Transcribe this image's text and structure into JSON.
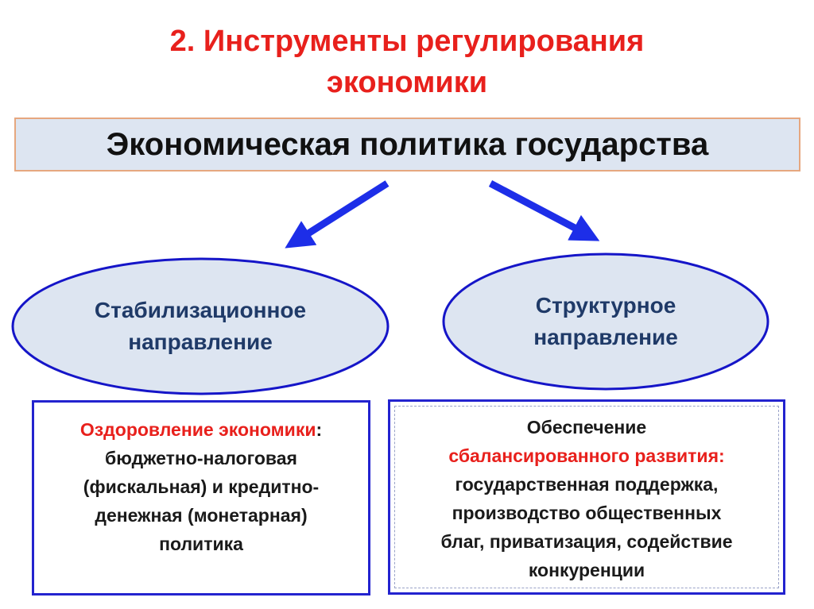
{
  "title": {
    "line1": "2. Инструменты регулирования",
    "line2": "экономики"
  },
  "policy": {
    "label": "Экономическая политика государства"
  },
  "colors": {
    "title": "#e8201c",
    "arrow": "#1d2ee8",
    "oval_fill": "#dde5f1",
    "oval_stroke": "#1515c8",
    "oval_text": "#1f3a68",
    "box_border": "#2323cf",
    "highlight": "#e8201c"
  },
  "left_branch": {
    "oval_line1": "Стабилизационное",
    "oval_line2": "направление",
    "box": {
      "heading": "Оздоровление экономики",
      "heading_colon": ":",
      "line1": "бюджетно-налоговая",
      "line2": "(фискальная) и кредитно-",
      "line3": "денежная (монетарная)",
      "line4": "политика"
    }
  },
  "right_branch": {
    "oval_line1": "Структурное",
    "oval_line2": "направление",
    "box": {
      "line1": "Обеспечение",
      "highlight": "сбалансированного развития:",
      "line2": "государственная поддержка,",
      "line3": "производство общественных",
      "line4": "благ, приватизация, содействие",
      "line5": "конкуренции"
    }
  }
}
